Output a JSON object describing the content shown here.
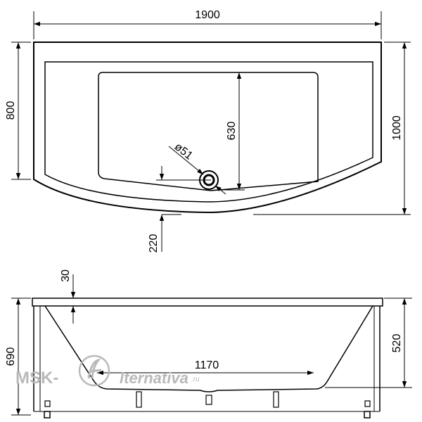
{
  "top_view": {
    "dimensions": {
      "width": "1900",
      "depth_left": "800",
      "depth_right": "1000",
      "inner_depth": "630",
      "drain_offset": "220",
      "drain_diameter": "ø51"
    }
  },
  "side_view": {
    "dimensions": {
      "rim_thickness": "30",
      "height_total": "690",
      "height_tub": "520",
      "bottom_length": "1170"
    }
  },
  "watermark": {
    "text_left": "MSK-",
    "text_right": "lternativa",
    "domain_suffix": ".ru",
    "color": "#b9b9b9"
  }
}
